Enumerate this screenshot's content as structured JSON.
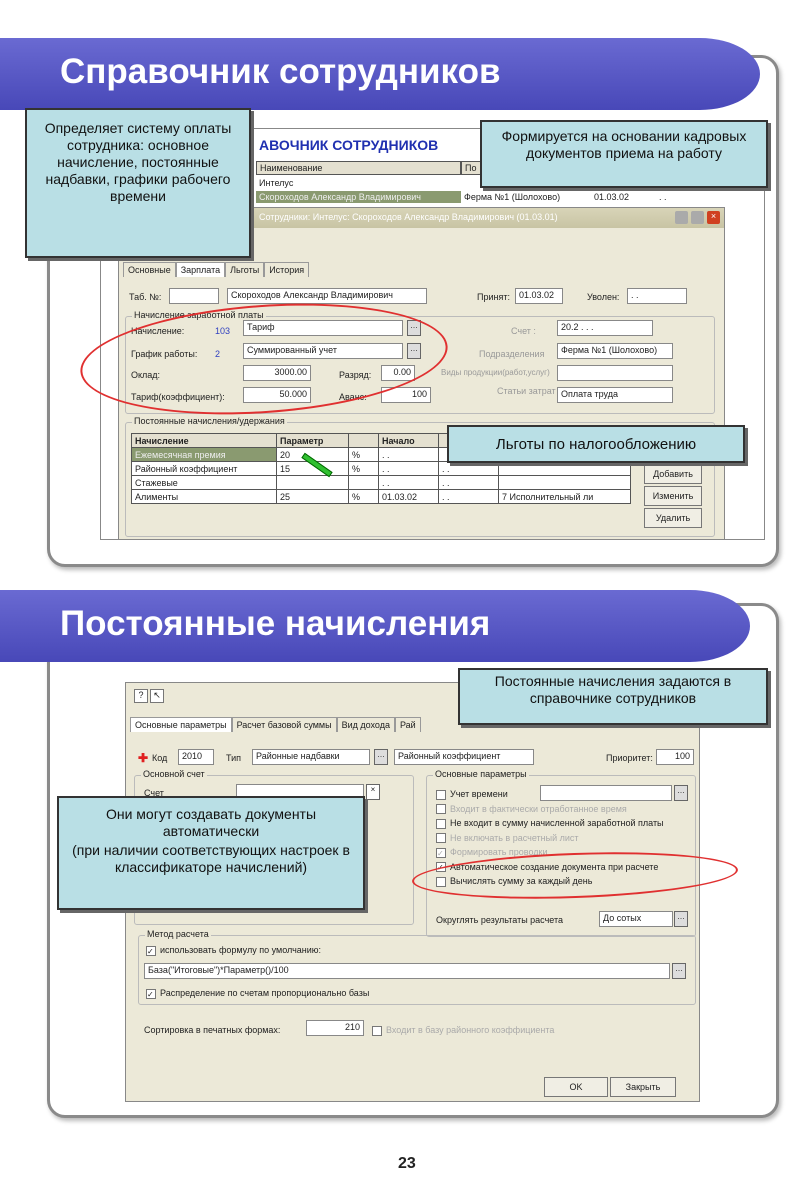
{
  "slide1": {
    "title": "Справочник сотрудников",
    "list_title": "АВОЧНИК СОТРУДНИКОВ",
    "list_headers": [
      "Наименование",
      "По"
    ],
    "list_rows": [
      [
        "Интелус",
        ""
      ],
      [
        "Скороходов Александр Владимирович",
        "Ферма №1 (Шолохово)",
        "01.03.02",
        ". ."
      ]
    ],
    "window_title": "Сотрудники: Интелус: Скороходов Александр Владимирович (01.03.01)",
    "tabs": [
      "Основные",
      "Зарплата",
      "Льготы",
      "История"
    ],
    "tab_no_label": "Таб. №:",
    "employee_name": "Скороходов Александр Владимирович",
    "hired_label": "Принят:",
    "hired_value": "01.03.02",
    "fired_label": "Уволен:",
    "fired_value": ". .",
    "group_salary": "Начисление заработной платы",
    "accrual_label": "Начисление:",
    "accrual_code": "103",
    "accrual_value": "Тариф",
    "schedule_label": "График работы:",
    "schedule_code": "2",
    "schedule_value": "Суммированный учет",
    "salary_label": "Оклад:",
    "salary_value": "3000.00",
    "grade_label": "Разряд:",
    "grade_value": "0.00",
    "tariff_label": "Тариф(коэффициент):",
    "tariff_value": "50.000",
    "advance_label": "Аванс:",
    "advance_value": "100",
    "account_label": "Счет :",
    "account_value": "20.2 . . .",
    "dept_label": "Подразделения",
    "dept_value": "Ферма №1 (Шолохово)",
    "product_label": "Виды продукции(работ,услуг)",
    "product_value": "",
    "cost_label": "Статьи затрат",
    "cost_value": "Оплата труда",
    "group_permanent": "Постоянные начисления/удержания",
    "table_headers": [
      "Начисление",
      "Параметр",
      "",
      "Начало",
      "",
      ""
    ],
    "table_rows": [
      [
        "Ежемесячная премия",
        "20",
        "%",
        ". .",
        "",
        ""
      ],
      [
        "Районный коэффициент",
        "15",
        "%",
        ". .",
        ". .",
        ""
      ],
      [
        "Стажевые",
        "",
        "",
        ". .",
        ". .",
        ""
      ],
      [
        "Алименты",
        "25",
        "%",
        "01.03.02",
        ". .",
        "7 Исполнительный ли"
      ]
    ],
    "buttons": [
      "Добавить",
      "Изменить",
      "Удалить"
    ],
    "callout_left": "Определяет систему оплаты сотрудника: основное начисление, постоянные надбавки, графики рабочего времени",
    "callout_right": "Формируется на основании кадровых документов приема на работу",
    "callout_tax": "Льготы по налогообложению"
  },
  "slide2": {
    "title": "Постоянные начисления",
    "tabs": [
      "Основные параметры",
      "Расчет базовой суммы",
      "Вид дохода",
      "Рай"
    ],
    "code_label": "Код",
    "code_value": "2010",
    "type_label": "Тип",
    "type_value": "Районные надбавки",
    "name_value": "Районный коэффициент",
    "priority_label": "Приоритет:",
    "priority_value": "100",
    "group_account": "Основной счет",
    "account_label": "Счет",
    "group_params": "Основные параметры",
    "checks": [
      {
        "label": "Учет времени",
        "checked": false,
        "disabled": false
      },
      {
        "label": "Входит в фактически отработанное время",
        "checked": false,
        "disabled": true
      },
      {
        "label": "Не входит в сумму начисленной заработной платы",
        "checked": false,
        "disabled": false
      },
      {
        "label": "Не включать в расчетный лист",
        "checked": false,
        "disabled": true
      },
      {
        "label": "Формировать проводки",
        "checked": true,
        "disabled": true
      },
      {
        "label": "Автоматическое создание документа при расчете",
        "checked": true,
        "disabled": false
      },
      {
        "label": "Вычислять сумму за каждый день",
        "checked": false,
        "disabled": false
      }
    ],
    "round_label": "Округлять результаты расчета",
    "round_value": "До сотых",
    "group_method": "Метод расчета",
    "use_formula_label": "использовать формулу по умолчанию:",
    "formula_value": "База(\"Итоговые\")*Параметр()/100",
    "distribute_label": "Распределение по счетам пропорционально базы",
    "sort_label": "Сортировка в печатных формах:",
    "sort_value": "210",
    "regional_base_label": "Входит в базу районного коэффициента",
    "ok_label": "OK",
    "close_label": "Закрыть",
    "callout_top": "Постоянные начисления задаются в справочнике сотрудников",
    "callout_left_1": "Они могут создавать документы автоматически",
    "callout_left_2": "(при наличии соответствующих настроек в классификаторе начислений)"
  },
  "page_number": "23"
}
